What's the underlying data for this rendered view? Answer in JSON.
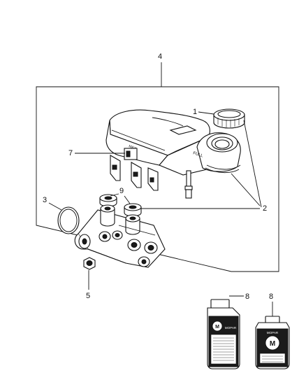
{
  "diagram": {
    "callouts": [
      {
        "id": "c4",
        "label": "4"
      },
      {
        "id": "c1",
        "label": "1"
      },
      {
        "id": "c7",
        "label": "7"
      },
      {
        "id": "c9",
        "label": "9"
      },
      {
        "id": "c3",
        "label": "3"
      },
      {
        "id": "c2",
        "label": "2"
      },
      {
        "id": "c5",
        "label": "5"
      },
      {
        "id": "c8a",
        "label": "8"
      },
      {
        "id": "c8b",
        "label": "8"
      }
    ],
    "reservoir_markings": {
      "fill_label": "FULL",
      "side_label": "MAX"
    },
    "bottle_brand": "MOPAR"
  }
}
